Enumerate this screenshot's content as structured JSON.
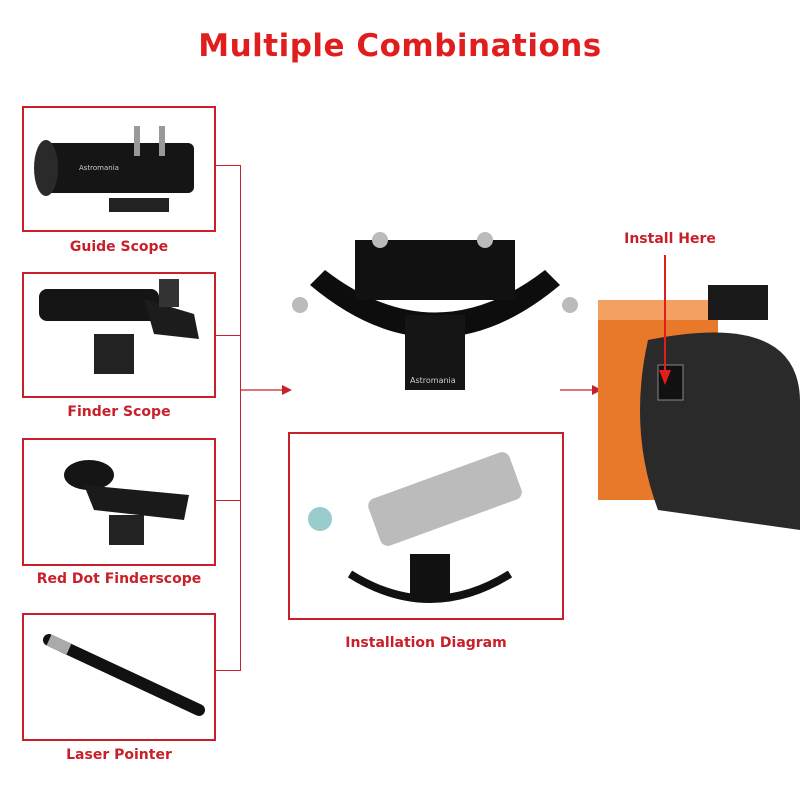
{
  "title": "Multiple Combinations",
  "accessories": [
    {
      "label": "Guide Scope",
      "icon": "guide-scope-image"
    },
    {
      "label": "Finder Scope",
      "icon": "finder-scope-image"
    },
    {
      "label": "Red Dot Finderscope",
      "icon": "red-dot-finder-image"
    },
    {
      "label": "Laser Pointer",
      "icon": "laser-pointer-image"
    }
  ],
  "diagram_label": "Installation Diagram",
  "install_label": "Install Here",
  "brand": "Astromania",
  "colors": {
    "accent": "#c8202a",
    "title": "#e01e1e",
    "tube": "#e8782a"
  }
}
